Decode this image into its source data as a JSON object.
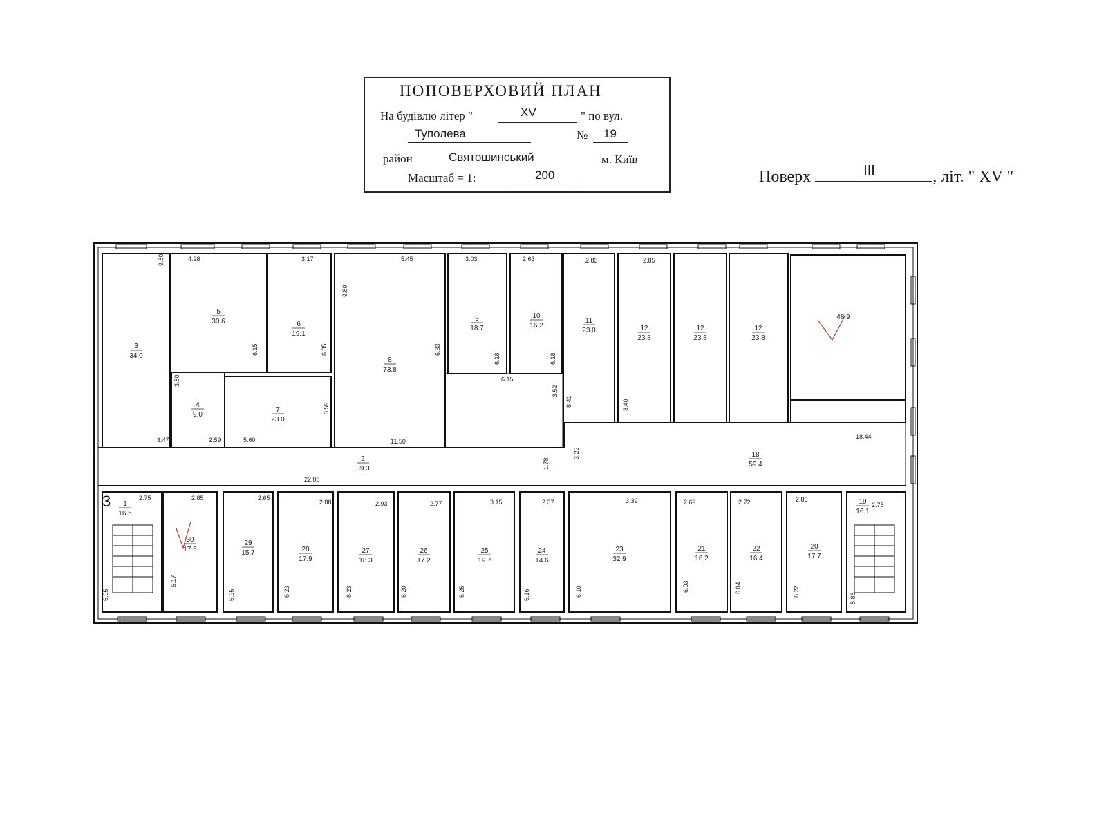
{
  "title_block": {
    "title": "ПОПОВЕРХОВИЙ ПЛАН",
    "building_prefix": "На будівлю літер \"",
    "building_letter": "XV",
    "building_suffix": "\" по вул.",
    "street": "Туполева",
    "number_label": "№",
    "number": "19",
    "district_label": "район",
    "district": "Святошинський",
    "city": "м. Київ",
    "scale_label": "Масштаб = 1:",
    "scale": "200"
  },
  "floor": {
    "label": "Поверх",
    "value": "III",
    "letter_text": ", літ. \" XV \""
  },
  "marks": {
    "stair_mark": "3"
  },
  "rooms": [
    {
      "id": "3",
      "area": "34.0"
    },
    {
      "id": "5",
      "area": "30.6"
    },
    {
      "id": "6",
      "area": "19.1"
    },
    {
      "id": "8",
      "area": "73.8"
    },
    {
      "id": "9",
      "area": "18.7"
    },
    {
      "id": "10",
      "area": "16.2"
    },
    {
      "id": "11",
      "area": "23.0"
    },
    {
      "id": "12",
      "area": "23.8"
    },
    {
      "id": "12",
      "area": "23.8"
    },
    {
      "id": "12",
      "area": "23.8"
    },
    {
      "id": "",
      "area": "48.9"
    },
    {
      "id": "4",
      "area": "9.0"
    },
    {
      "id": "7",
      "area": "23.0"
    },
    {
      "id": "2",
      "area": "39.3"
    },
    {
      "id": "18",
      "area": "59.4"
    },
    {
      "id": "1",
      "area": "16.5"
    },
    {
      "id": "30",
      "area": "17.5"
    },
    {
      "id": "29",
      "area": "15.7"
    },
    {
      "id": "28",
      "area": "17.9"
    },
    {
      "id": "27",
      "area": "18.3"
    },
    {
      "id": "26",
      "area": "17.2"
    },
    {
      "id": "25",
      "area": "19.7"
    },
    {
      "id": "24",
      "area": "14.6"
    },
    {
      "id": "23",
      "area": "32.9"
    },
    {
      "id": "21",
      "area": "16.2"
    },
    {
      "id": "22",
      "area": "16.4"
    },
    {
      "id": "20",
      "area": "17.7"
    },
    {
      "id": "19",
      "area": "16.1"
    }
  ],
  "dimensions": [
    "9.80",
    "4.98",
    "3.17",
    "5.45",
    "3.03",
    "2.63",
    "2.83",
    "2.85",
    "9.80",
    "6.15",
    "6.05",
    "6.33",
    "6.18",
    "6.15",
    "6.18",
    "3.52",
    "8.41",
    "8.40",
    "3.50",
    "3.59",
    "3.47",
    "2.59",
    "5.60",
    "11.50",
    "18.44",
    "3.22",
    "1.78",
    "22.08",
    "2.75",
    "2.85",
    "2.65",
    "2.88",
    "2.93",
    "2.77",
    "3.15",
    "2.37",
    "3.39",
    "2.69",
    "2.72",
    "2.85",
    "2.75",
    "6.05",
    "5.17",
    "5.95",
    "6.23",
    "6.23",
    "6.20",
    "6.25",
    "6.16",
    "6.10",
    "6.03",
    "6.04",
    "6.22",
    "5.86"
  ]
}
